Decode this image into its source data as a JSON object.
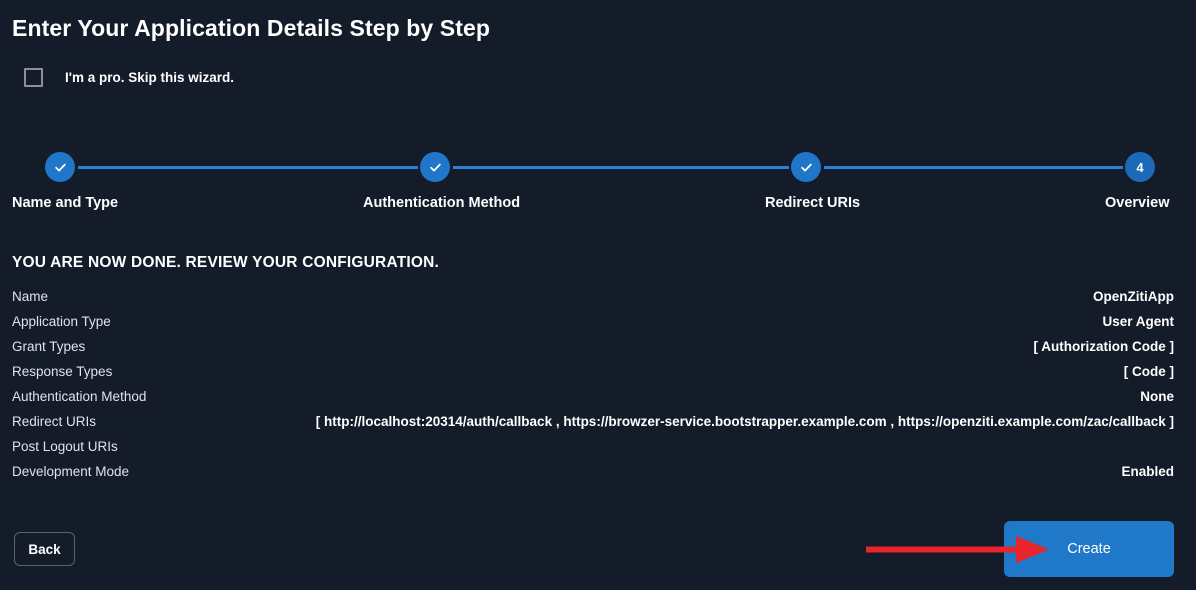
{
  "page": {
    "title": "Enter Your Application Details Step by Step",
    "background_color": "#141b29",
    "accent_color": "#2076c8",
    "annotation_color": "#e8252a"
  },
  "skip_wizard": {
    "checked": false,
    "label": "I'm a pro. Skip this wizard."
  },
  "stepper": {
    "current_step": 4,
    "steps": [
      {
        "number": "1",
        "label": "Name and Type",
        "state": "complete",
        "icon": "check-icon"
      },
      {
        "number": "2",
        "label": "Authentication Method",
        "state": "complete",
        "icon": "check-icon"
      },
      {
        "number": "3",
        "label": "Redirect URIs",
        "state": "complete",
        "icon": "check-icon"
      },
      {
        "number": "4",
        "label": "Overview",
        "state": "current",
        "icon": "step-number"
      }
    ]
  },
  "review": {
    "heading": "YOU ARE NOW DONE. REVIEW YOUR CONFIGURATION.",
    "rows": [
      {
        "label": "Name",
        "value": "OpenZitiApp"
      },
      {
        "label": "Application Type",
        "value": "User Agent"
      },
      {
        "label": "Grant Types",
        "value": "[ Authorization Code ]"
      },
      {
        "label": "Response Types",
        "value": "[ Code ]"
      },
      {
        "label": "Authentication Method",
        "value": "None"
      },
      {
        "label": "Redirect URIs",
        "value": "[ http://localhost:20314/auth/callback , https://browzer-service.bootstrapper.example.com , https://openziti.example.com/zac/callback ]"
      },
      {
        "label": "Post Logout URIs",
        "value": ""
      },
      {
        "label": "Development Mode",
        "value": "Enabled"
      }
    ]
  },
  "footer": {
    "back_label": "Back",
    "create_label": "Create"
  },
  "annotation": {
    "type": "arrow",
    "points_to": "create-button",
    "color": "#e8252a"
  }
}
